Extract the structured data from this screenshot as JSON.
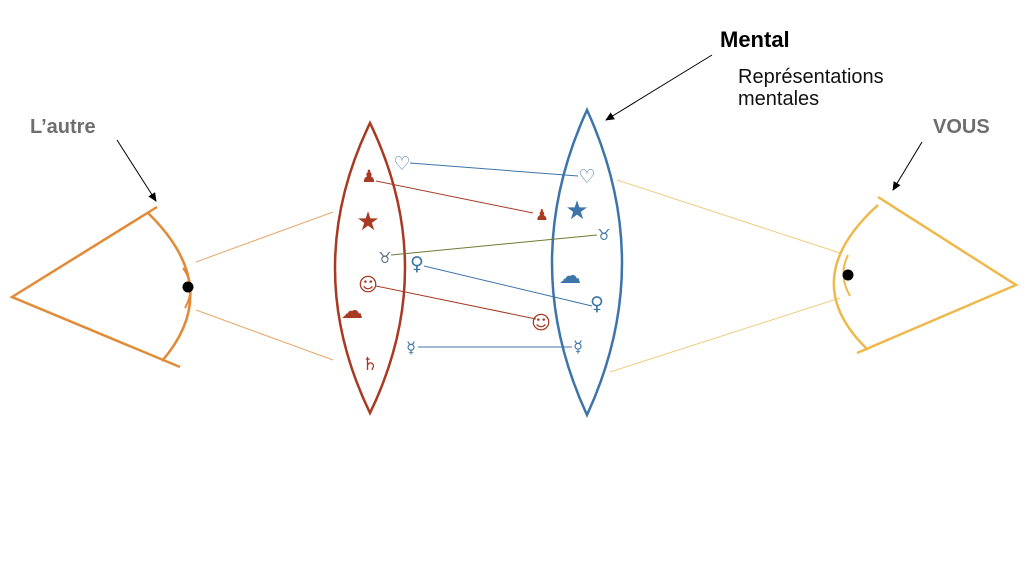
{
  "labels": {
    "other": "L’autre",
    "you": "VOUS",
    "mental": "Mental",
    "representations_line1": "Représentations",
    "representations_line2": "mentales"
  },
  "colors": {
    "other_eye": "#e38a36",
    "you_eye": "#eeb84a",
    "other_lens": "#a83a22",
    "you_lens": "#3d74aa",
    "pupil": "#000000",
    "arrow": "#000000",
    "link_red": "#a83a22",
    "link_blue": "#3d74aa",
    "link_olive": "#6f7a35"
  },
  "symbols": {
    "other_lens": [
      {
        "name": "pawn-icon",
        "glyph": "♟",
        "color": "#a83a22"
      },
      {
        "name": "star-icon",
        "glyph": "★",
        "color": "#a83a22"
      },
      {
        "name": "smiley-icon",
        "glyph": "☺",
        "color": "#a83a22"
      },
      {
        "name": "cloud-icon",
        "glyph": "☁",
        "color": "#a83a22"
      },
      {
        "name": "saturn-icon",
        "glyph": "♄",
        "color": "#a83a22"
      }
    ],
    "middle_left": [
      {
        "name": "heart-icon",
        "glyph": "♡",
        "color": "#3d74aa"
      },
      {
        "name": "taurus-icon",
        "glyph": "♉",
        "color": "#5a6a7a"
      },
      {
        "name": "venus-icon",
        "glyph": "♀",
        "color": "#3d74aa"
      },
      {
        "name": "mercury-icon",
        "glyph": "☿",
        "color": "#3d74aa"
      }
    ],
    "you_lens": [
      {
        "name": "heart-icon",
        "glyph": "♡",
        "color": "#3d74aa"
      },
      {
        "name": "pawn-icon",
        "glyph": "♟",
        "color": "#a83a22"
      },
      {
        "name": "star-icon",
        "glyph": "★",
        "color": "#3d74aa"
      },
      {
        "name": "taurus-icon",
        "glyph": "♉",
        "color": "#3d74aa"
      },
      {
        "name": "cloud-icon",
        "glyph": "☁",
        "color": "#3d74aa"
      },
      {
        "name": "venus-icon",
        "glyph": "♀",
        "color": "#3d74aa"
      },
      {
        "name": "smiley-icon",
        "glyph": "☺",
        "color": "#a83a22"
      },
      {
        "name": "mercury-icon",
        "glyph": "☿",
        "color": "#3d74aa"
      }
    ]
  }
}
